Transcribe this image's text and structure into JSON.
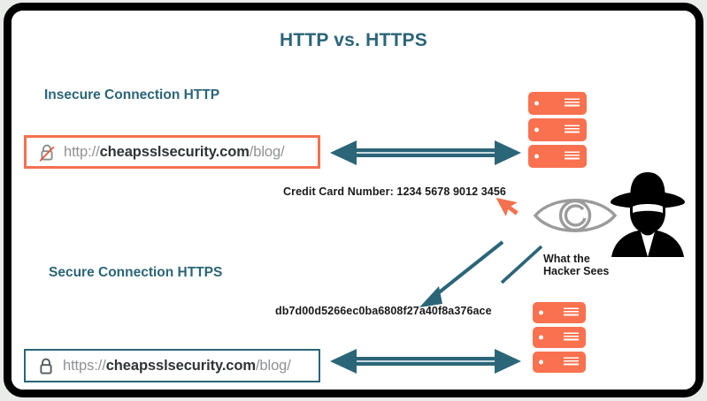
{
  "title": "HTTP vs. HTTPS",
  "colors": {
    "teal": "#2b6578",
    "orange": "#f9714e",
    "frame": "#000000",
    "url_text_gray": "#8f9194",
    "url_text_dark": "#2f3437",
    "eye_gray": "#9b9b9b"
  },
  "insecure": {
    "heading": "Insecure Connection HTTP",
    "url": {
      "scheme": "http://",
      "domain": "cheapsslsecurity.com",
      "path": "/blog/",
      "full": "http://cheapsslsecurity.com/blog/"
    },
    "lock_icon": "unlocked-padlock-crossed-icon",
    "data_label": "Credit Card Number: 1234 5678 9012 3456"
  },
  "secure": {
    "heading": "Secure Connection HTTPS",
    "url": {
      "scheme": "https://",
      "domain": "cheapsslsecurity.com",
      "path": "/blog/",
      "full": "https://cheapsslsecurity.com/blog/"
    },
    "lock_icon": "closed-padlock-icon",
    "data_label": "db7d00d5266ec0ba6808f27a40f8a376ace"
  },
  "hacker": {
    "label": "What the Hacker Sees",
    "eye_icon": "eye-icon",
    "figure_icon": "hacker-silhouette-icon",
    "cursor_icon": "mouse-cursor-icon"
  },
  "servers": {
    "icon": "server-stack-icon",
    "units_per_stack": 3
  },
  "arrows": {
    "connection_icon": "double-headed-arrow-icon",
    "hash_pointer_icon": "arrow-down-left-icon"
  }
}
